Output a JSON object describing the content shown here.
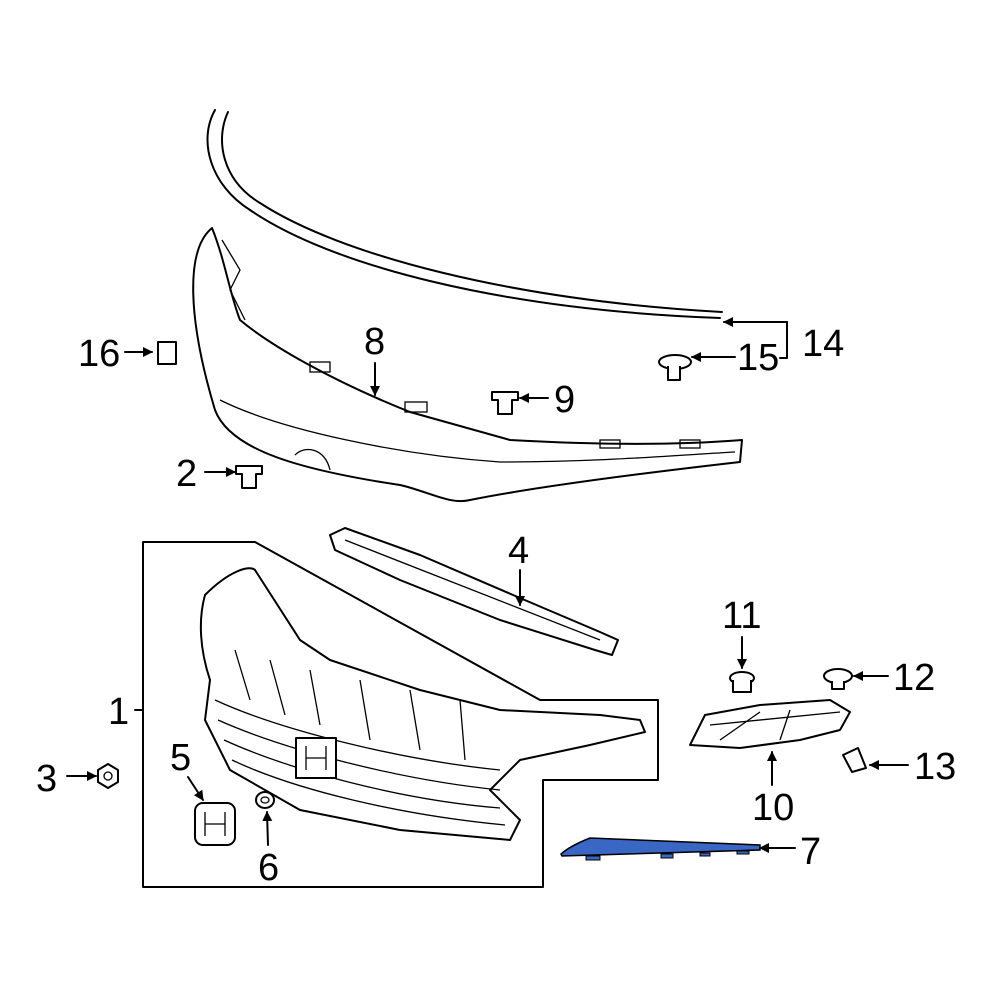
{
  "diagram": {
    "highlight_color": "#3a66c4",
    "callouts": [
      {
        "number": "1"
      },
      {
        "number": "2"
      },
      {
        "number": "3"
      },
      {
        "number": "4"
      },
      {
        "number": "5"
      },
      {
        "number": "6"
      },
      {
        "number": "7"
      },
      {
        "number": "8"
      },
      {
        "number": "9"
      },
      {
        "number": "10"
      },
      {
        "number": "11"
      },
      {
        "number": "12"
      },
      {
        "number": "13"
      },
      {
        "number": "14"
      },
      {
        "number": "15"
      },
      {
        "number": "16"
      }
    ],
    "highlighted_part": "7"
  }
}
